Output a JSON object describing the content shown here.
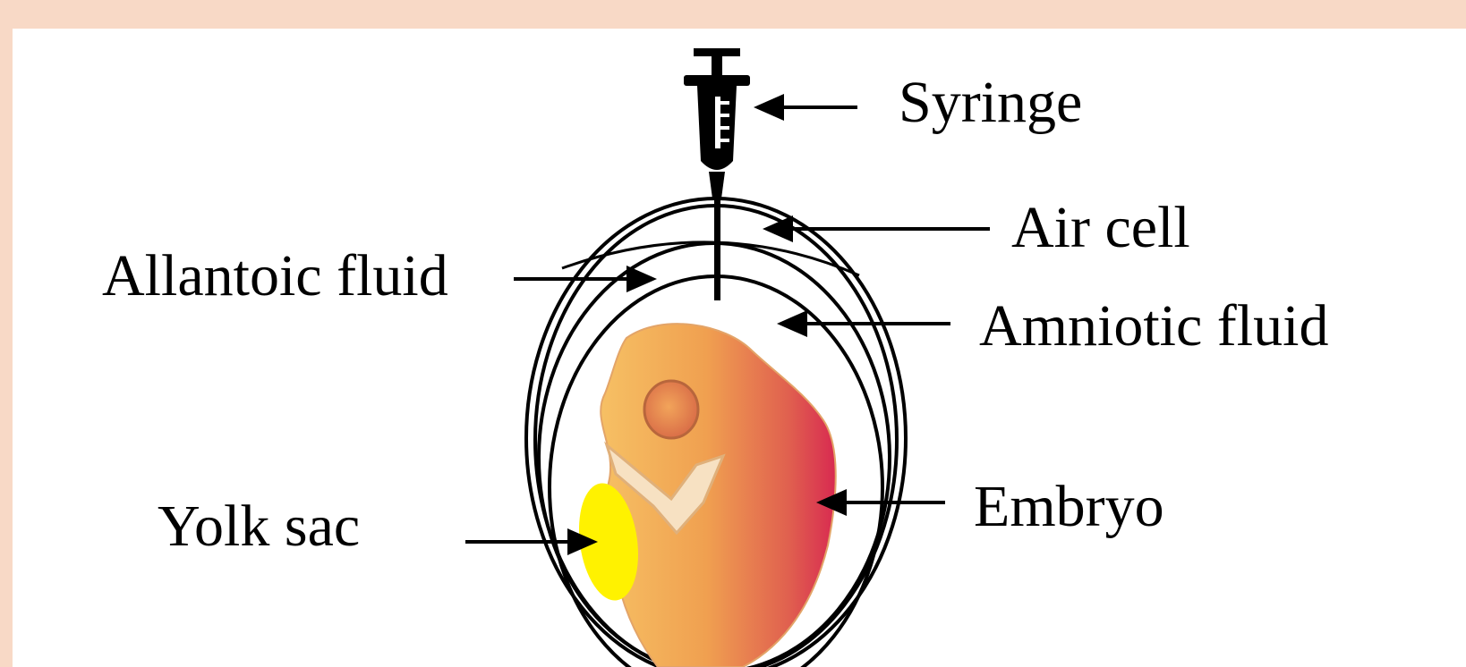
{
  "diagram": {
    "labels": {
      "syringe": "Syringe",
      "air_cell": "Air cell",
      "allantoic_fluid": "Allantoic fluid",
      "amniotic_fluid": "Amniotic fluid",
      "embryo": "Embryo",
      "yolk_sac": "Yolk sac"
    },
    "colors": {
      "background_border": "#f8d9c6",
      "panel": "#ffffff",
      "outline": "#000000",
      "yolk": "#fff200",
      "embryo_light": "#f6bd5e",
      "embryo_dark": "#d8264e"
    },
    "icons": [
      "syringe-icon",
      "arrow-left-icon",
      "arrow-right-icon"
    ]
  }
}
